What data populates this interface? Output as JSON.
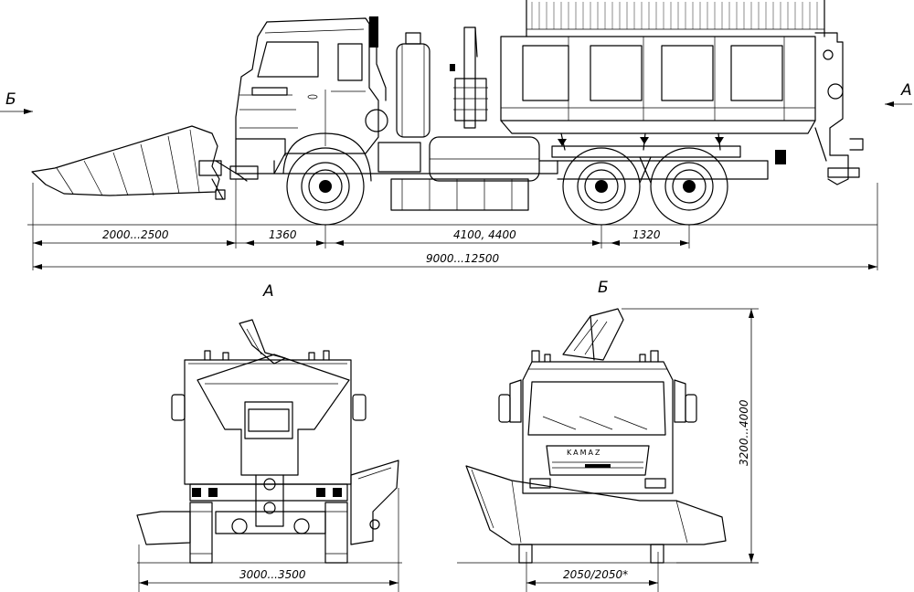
{
  "views": {
    "arrow_left": "Б",
    "arrow_right": "A",
    "rear_title": "A",
    "front_title": "Б"
  },
  "side_dims": {
    "plow": "2000...2500",
    "front_overhang": "1360",
    "wheelbase": "4100, 4400",
    "rear_axles": "1320",
    "overall": "9000...12500"
  },
  "rear_dims": {
    "plow_width": "3000...3500"
  },
  "front_dims": {
    "track": "2050/2050*",
    "height": "3200...4000"
  },
  "brand": {
    "grille": "KAMAZ"
  }
}
